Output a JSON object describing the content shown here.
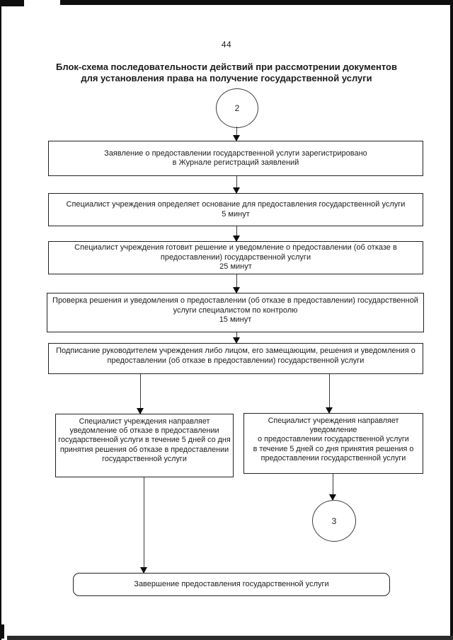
{
  "page_number": "44",
  "title": "Блок-схема последовательности действий при рассмотрении документов\nдля установления права на получение государственной услуги",
  "connectors": {
    "start": "2",
    "next": "3"
  },
  "steps": {
    "registered": "Заявление о предоставлении государственной услуги зарегистрировано\nв Журнале регистраций заявлений",
    "determine_basis": "Специалист учреждения определяет основание для предоставления государственной услуги\n5 минут",
    "prepare_decision": "Специалист учреждения готовит решение и уведомление о предоставлении (об отказе в\nпредоставлении) государственной услуги\n25 минут",
    "control_check": "Проверка решения и уведомления о предоставлении (об отказе в предоставлении) государственной\nуслуги специалистом по контролю\n15 минут",
    "signing": "Подписание руководителем учреждения либо лицом, его замещающим, решения и уведомления о\nпредоставлении (об отказе в предоставлении) государственной услуги",
    "refusal_notice": "Специалист учреждения направляет\nуведомление об отказе в предоставлении\nгосударственной услуги в течение 5 дней со дня\nпринятия решения об отказе в предоставлении\nгосударственной услуги",
    "grant_notice": "Специалист учреждения направляет уведомление\nо предоставлении государственной услуги\nв течение 5 дней со дня принятия решения о\nпредоставлении государственной услуги",
    "completion": "Завершение предоставления государственной услуги"
  },
  "colors": {
    "ink": "#1b1b1b",
    "paper": "#ffffff"
  }
}
